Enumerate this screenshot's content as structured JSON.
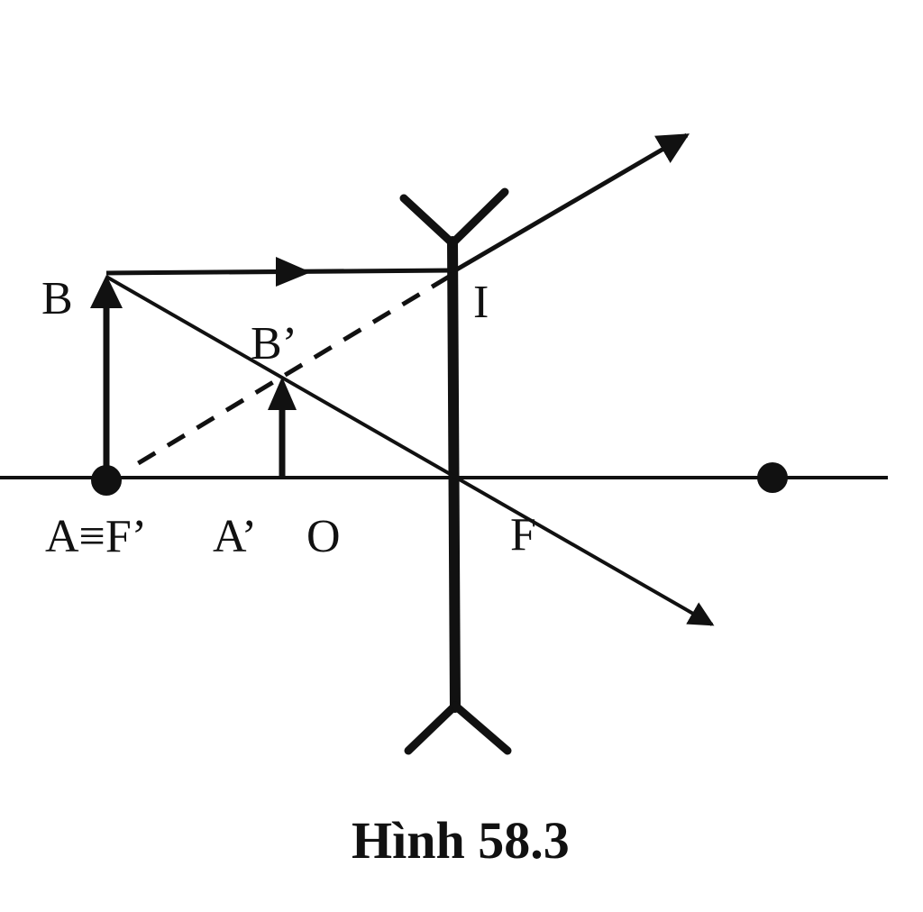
{
  "figure": {
    "caption": "Hình 58.3",
    "colors": {
      "ink": "#111111",
      "background": "#ffffff"
    }
  },
  "labels": {
    "B": "B",
    "B_prime": "B’",
    "I": "I",
    "A_F_prime": "A≡F’",
    "A_prime": "A’",
    "O": "O",
    "F": "F"
  },
  "elements": {
    "lens": "diverging lens (concave), vertical at O",
    "optical_axis": "principal axis",
    "object": "AB upright arrow at F’",
    "image": "A’B’ virtual upright arrow",
    "rays": [
      "ray from B parallel to axis to I, diverges upward-right",
      "ray from B through O continues undeviated downward-right",
      "dashed extension from I back through B’ to F’"
    ],
    "focal_points": [
      "F’ (left, at A)",
      "F (right)",
      "dot at right on axis"
    ]
  }
}
